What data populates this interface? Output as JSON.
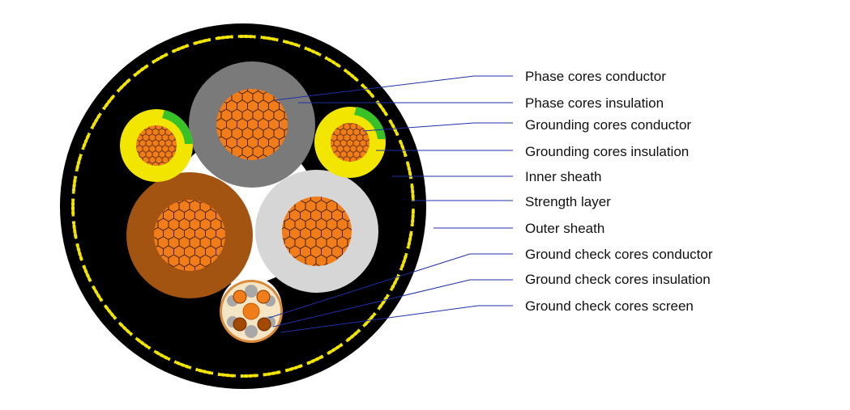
{
  "labels": {
    "phase_conductor": "Phase cores conductor",
    "phase_insulation": "Phase cores insulation",
    "grounding_conductor": "Grounding cores conductor",
    "grounding_insulation": "Grounding cores insulation",
    "inner_sheath": "Inner sheath",
    "strength_layer": "Strength layer",
    "outer_sheath": "Outer sheath",
    "gc_conductor": "Ground check cores conductor",
    "gc_insulation": "Ground check cores insulation",
    "gc_screen": "Ground check cores screen"
  },
  "colors": {
    "outer_sheath": "#000000",
    "inner_sheath": "#ffffff",
    "strength_layer": "#f2e600",
    "conductor": "#f07d1a",
    "phase_insulation_grey": "#7a7a7a",
    "phase_insulation_brown": "#a25410",
    "phase_insulation_light_grey": "#d6d6d6",
    "grounding_insulation_yellow": "#f2e600",
    "grounding_insulation_green": "#39c227",
    "gc_screen": "#d98a3a",
    "leader_line": "#1f2fa8"
  }
}
